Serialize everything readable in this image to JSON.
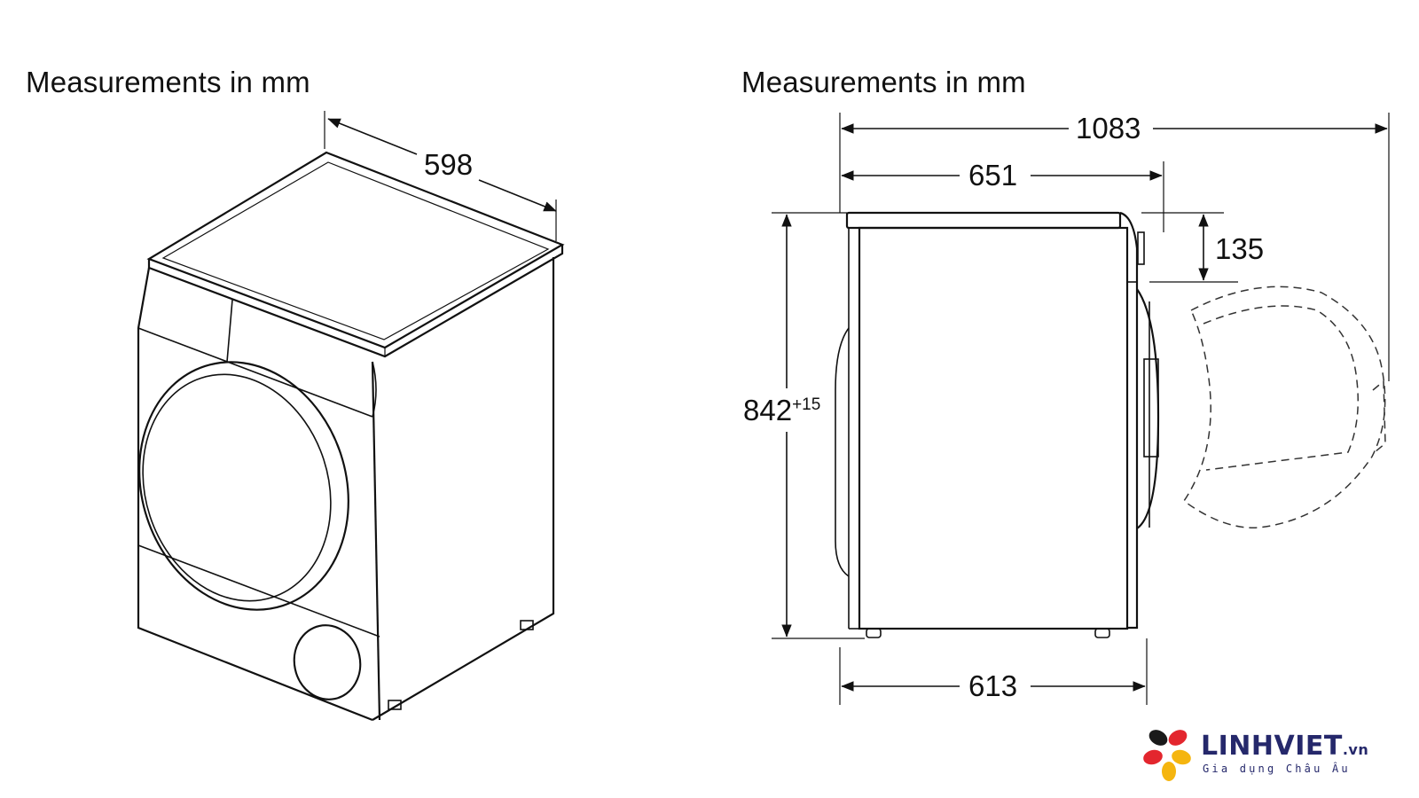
{
  "left_view": {
    "title": "Measurements in mm",
    "width_value": "598"
  },
  "right_view": {
    "title": "Measurements in mm",
    "total_depth_door_open": "1083",
    "depth_with_door": "651",
    "height_value": "842",
    "height_tolerance": "+15",
    "control_panel_height": "135",
    "depth_body": "613"
  },
  "logo": {
    "name": "LINHVIET",
    "tld": ".vn",
    "tagline": "Gia dụng Châu Âu",
    "colors": [
      "#e3262e",
      "#f5b50f",
      "#1a1a1a",
      "#25286b"
    ]
  }
}
